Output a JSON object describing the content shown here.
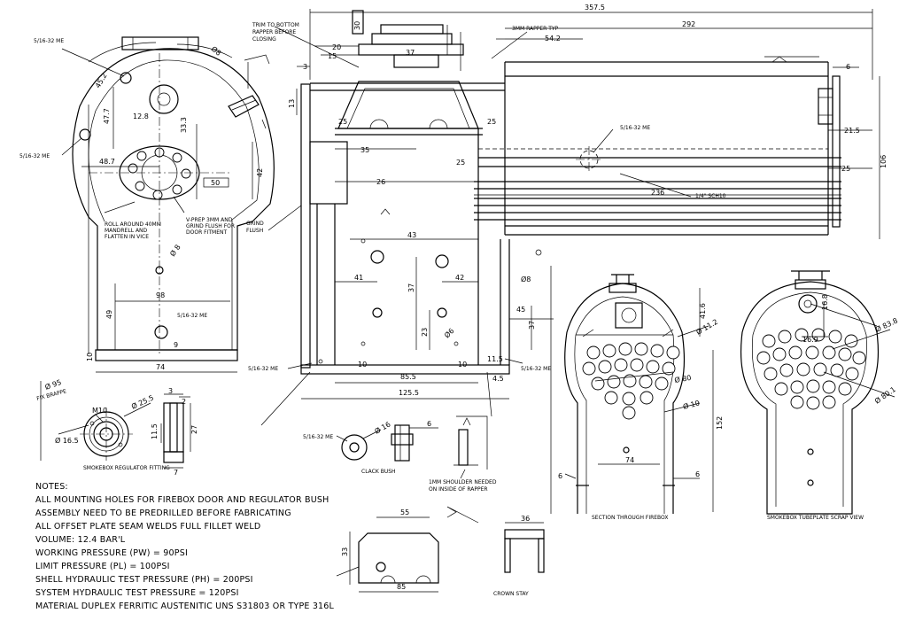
{
  "dims_top": {
    "overall": "357.5",
    "d292": "292",
    "d30": "30",
    "d20": "20",
    "d37": "37",
    "d3": "3",
    "d15": "15",
    "d13": "13",
    "d25a": "25",
    "d35": "35",
    "d26": "26",
    "d25b": "25",
    "d54": "54.2",
    "d6": "6",
    "d215": "21.5",
    "d25c": "25",
    "d236": "236",
    "d106": "106",
    "d43": "43",
    "d41": "41",
    "d42": "42",
    "d37v": "37",
    "d23": "23",
    "d10a": "10",
    "d10b": "10",
    "d855": "85.5",
    "d125": "125.5",
    "d115": "11.5",
    "d45": "4.5",
    "d45b": "45",
    "d37b": "37",
    "d8": "Ø8",
    "d6b": "Ø6"
  },
  "dims_left": {
    "d452": "45.2",
    "d477": "47.7",
    "d128": "12.8",
    "d333": "33.3",
    "d487": "48.7",
    "d42": "42",
    "d50": "50",
    "d98": "98",
    "d49": "49",
    "d9": "9",
    "d10": "10",
    "d74": "74",
    "d8": "Ø8",
    "d81": "Ø 8"
  },
  "labels": {
    "trim": [
      "TRIM TO BOTTOM",
      "RAPPER BEFORE",
      "CLOSING"
    ],
    "rapper_typ": "3MM RAPPER TYP",
    "me_left_top": "5/16-32 ME",
    "me_left_mid": "5/16-32 ME",
    "me_mid": "5/16-32 ME",
    "me_bottom_l": "5/16-32 ME",
    "me_bottom_r": "5/16-32 ME",
    "me_small": "5/16-32 ME",
    "me_bush": "5/16-32 ME",
    "schd": "1/4\" SCH10",
    "grind": [
      "GRIND",
      "FLUSH"
    ],
    "roll": [
      "ROLL AROUND 40MM",
      "MANDRELL AND",
      "FLATTEN IN VICE"
    ],
    "vprep": [
      "V-PREP 3MM AND",
      "GRIND FLUSH FOR",
      "DOOR FITMENT"
    ],
    "shoulder": [
      "1MM SHOULDER NEEDED",
      "ON INSIDE OF RAPPER"
    ],
    "phi95": "Ø 95",
    "phi165": "Ø 16.5",
    "phi255": "Ø 25.5",
    "m10": "M10",
    "d2": "2",
    "d3": "3",
    "d27": "27",
    "d115": "11.5",
    "d7": "7",
    "d55": "55",
    "d6": "6",
    "d36": "36",
    "d33": "33",
    "d85": "85",
    "phi16": "Ø 16",
    "d74b": "74",
    "d416": "41.6",
    "d112": "Ø 11.2",
    "d80": "Ø 80",
    "d10": "Ø 10",
    "d152": "152",
    "d168": "16.8",
    "d169": "16.9",
    "d838": "Ø 83.8",
    "d801": "Ø 80.1",
    "d6b": "6",
    "d6c": "6",
    "d50": "50"
  },
  "captions": {
    "regulator": "SMOKEBOX REGULATOR FITTING",
    "clack": "CLACK BUSH",
    "firebox": "SECTION THROUGH FIREBOX",
    "tubeplate": "SMOKEBOX TUBEPLATE SCRAP VIEW",
    "crown": "CROWN STAY"
  },
  "notes": [
    "NOTES:",
    "ALL MOUNTING HOLES FOR FIREBOX DOOR AND REGULATOR BUSH",
    "ASSEMBLY NEED TO BE PREDRILLED BEFORE FABRICATING",
    "ALL OFFSET PLATE SEAM WELDS FULL FILLET WELD",
    "VOLUME: 12.4 BAR'L",
    "WORKING PRESSURE (PW) = 90PSI",
    "LIMIT PRESSURE (PL) = 100PSI",
    "SHELL HYDRAULIC TEST PRESSURE (PH) = 200PSI",
    "SYSTEM HYDRAULIC TEST PRESSURE = 120PSI",
    "MATERIAL DUPLEX FERRITIC AUSTENITIC UNS S31803 OR TYPE 316L"
  ]
}
